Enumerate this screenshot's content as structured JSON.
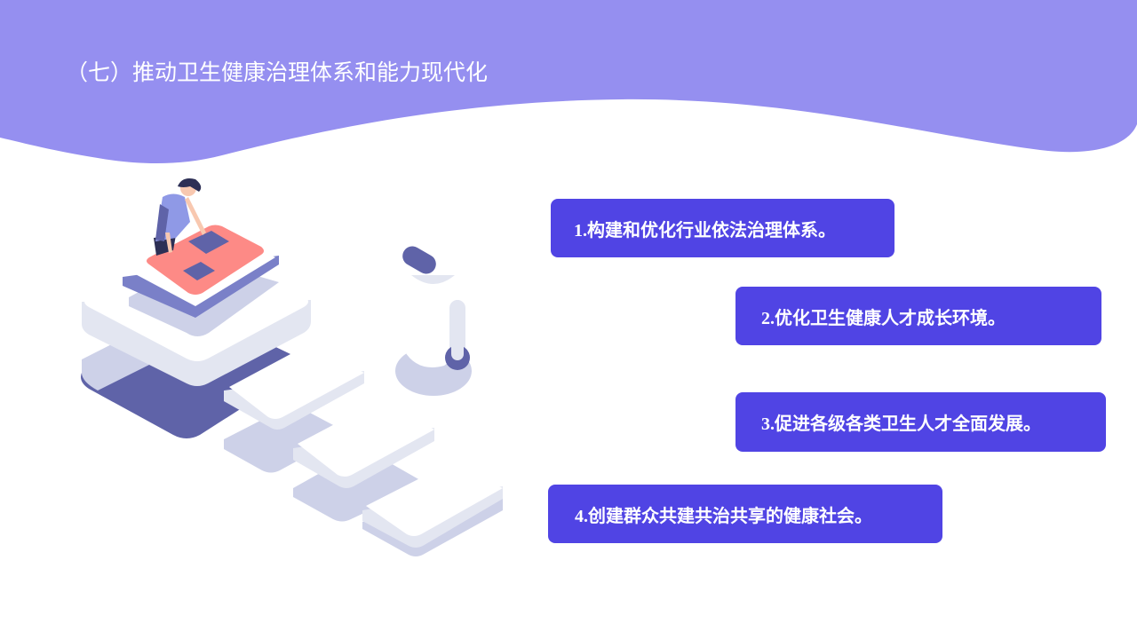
{
  "header": {
    "title": "（七）推动卫生健康治理体系和能力现代化"
  },
  "items": [
    {
      "label": "1.构建和优化行业依法治理体系。"
    },
    {
      "label": "2.优化卫生健康人才成长环境。"
    },
    {
      "label": "3.促进各级各类卫生人才全面发展。"
    },
    {
      "label": "4.创建群众共建共治共享的健康社会。"
    }
  ],
  "colors": {
    "header": "#958ff0",
    "accent": "#5044e4",
    "illustration_dark": "#5f63a8",
    "illustration_light": "#cdd1e8",
    "board": "#fd8a86"
  }
}
